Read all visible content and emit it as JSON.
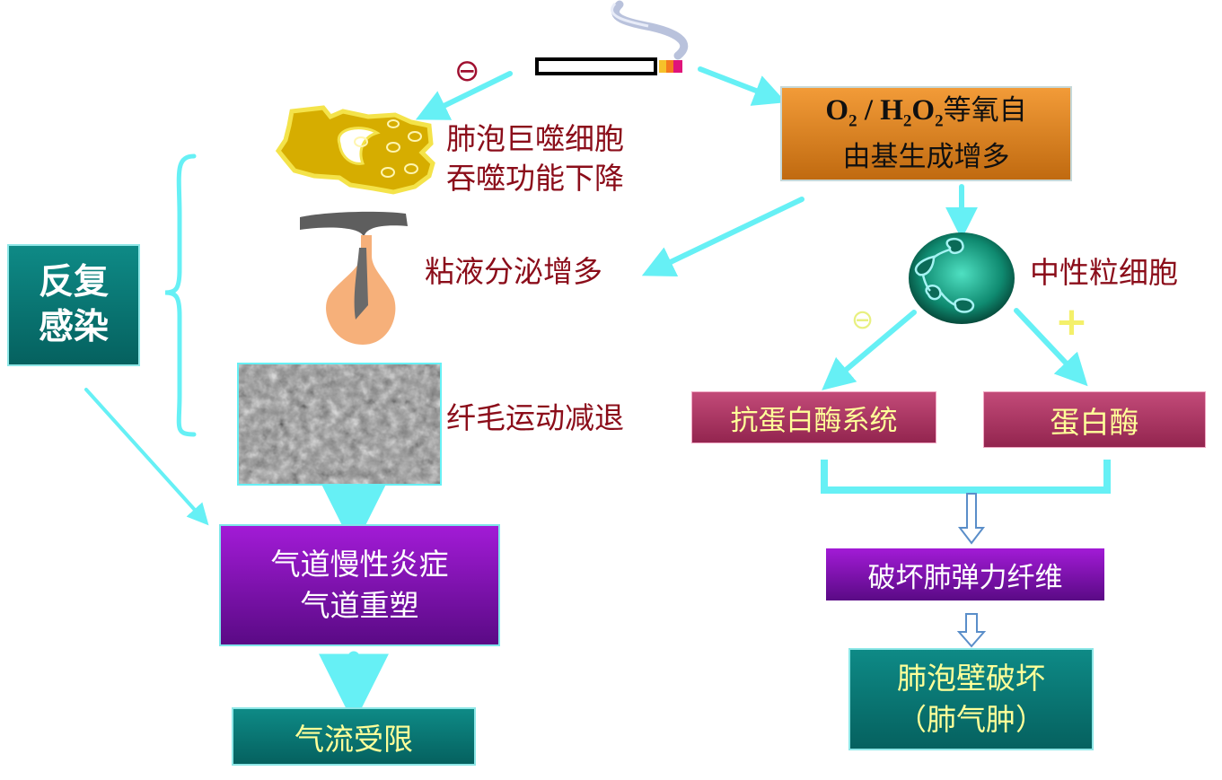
{
  "signs": {
    "minus_top": "⊖",
    "minus_mid": "⊖",
    "plus": "+"
  },
  "labels": {
    "macrophage": [
      "肺泡巨噬细胞",
      "吞噬功能下降"
    ],
    "mucus": "粘液分泌增多",
    "cilia": "纤毛运动减退",
    "neutrophil": "中性粒细胞"
  },
  "boxes": {
    "oxidants_line2": "由基生成增多",
    "infection": [
      "反复",
      "感染"
    ],
    "inflammation": [
      "气道慢性炎症",
      "气道重塑"
    ],
    "airflow": "气流受限",
    "antiprotease": "抗蛋白酶系统",
    "protease": "蛋白酶",
    "elastin": "破坏肺弹力纤维",
    "alveolar": [
      "肺泡壁破坏",
      "（肺气肿）"
    ]
  },
  "formula": {
    "o": "O",
    "sub2": "2",
    "slash": " / ",
    "h": "H",
    "tail": "等氧自"
  },
  "colors": {
    "arrow": "#66f0f5",
    "label_text": "#8b0d1a",
    "box_text_light": "#ffff99",
    "box_text_white": "#ffffff",
    "minus_top": "#a01030",
    "minus_mid": "#e8f080",
    "plus": "#f4f06a"
  },
  "icons": [
    "cigarette-icon",
    "smoke-icon",
    "macrophage-icon",
    "mucus-gland-icon",
    "cilia-micrograph-icon",
    "neutrophil-icon",
    "curly-brace-icon"
  ]
}
